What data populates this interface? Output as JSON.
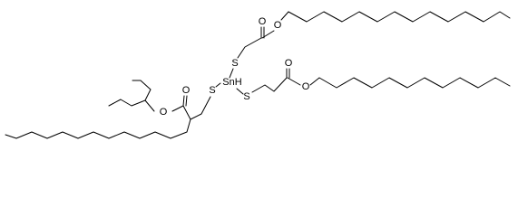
{
  "molecule": {
    "atoms": {
      "tin_label": "SnH",
      "sulfur_top": "S",
      "sulfur_left": "S",
      "sulfur_right": "S",
      "oxygen_ester1_carbonyl": "O",
      "oxygen_ester1_link": "O",
      "oxygen_ester2_carbonyl": "O",
      "oxygen_ester2_link": "O",
      "oxygen_ester3_carbonyl": "O",
      "oxygen_ester3_link": "O"
    }
  },
  "colors": {
    "bond": "#000000",
    "background": "#ffffff"
  }
}
